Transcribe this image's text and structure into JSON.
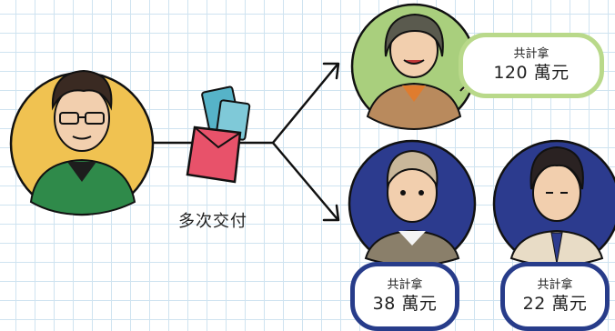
{
  "payment_label": "多次交付",
  "recipients": [
    {
      "label": "共計拿",
      "amount": "120 萬元",
      "ring_color": "#b9d98a"
    },
    {
      "label": "共計拿",
      "amount": "38 萬元",
      "ring_color": "#273c8a"
    },
    {
      "label": "共計拿",
      "amount": "22 萬元",
      "ring_color": "#273c8a"
    }
  ],
  "colors": {
    "father_circle": "#f0c251",
    "mother_circle": "#a9cf7d",
    "child_circle": "#2c3b8e",
    "envelope": "#e8526a",
    "money": "#56b3c8"
  }
}
